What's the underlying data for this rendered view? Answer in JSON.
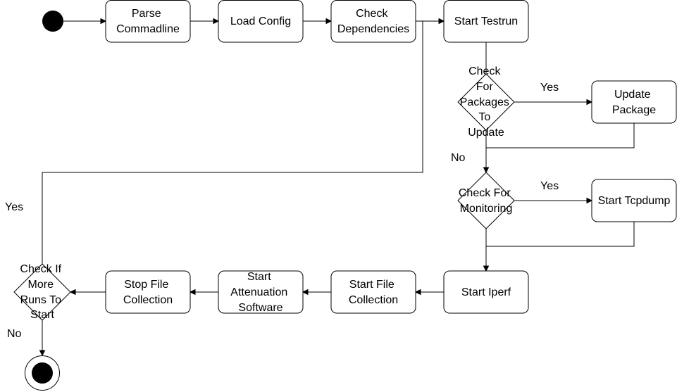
{
  "nodes": {
    "parse_cmdline": [
      "Parse",
      "Commadline"
    ],
    "load_config": [
      "Load Config"
    ],
    "check_deps": [
      "Check",
      "Dependencies"
    ],
    "start_testrun": [
      "Start Testrun"
    ],
    "check_packages": [
      "Check",
      "For",
      "Packages",
      "To",
      "Update"
    ],
    "update_package": [
      "Update",
      "Package"
    ],
    "check_monitoring": [
      "Check For",
      "Monitoring"
    ],
    "start_tcpdump": [
      "Start Tcpdump"
    ],
    "start_iperf": [
      "Start Iperf"
    ],
    "start_file_collection": [
      "Start File",
      "Collection"
    ],
    "start_attenuation": [
      "Start",
      "Attenuation",
      "Software"
    ],
    "stop_file_collection": [
      "Stop File",
      "Collection"
    ],
    "check_more_runs": [
      "Check If",
      "More",
      "Runs To",
      "Start"
    ]
  },
  "edge_labels": {
    "packages_yes": "Yes",
    "packages_no": "No",
    "monitoring_yes": "Yes",
    "more_runs_yes": "Yes",
    "more_runs_no": "No"
  }
}
